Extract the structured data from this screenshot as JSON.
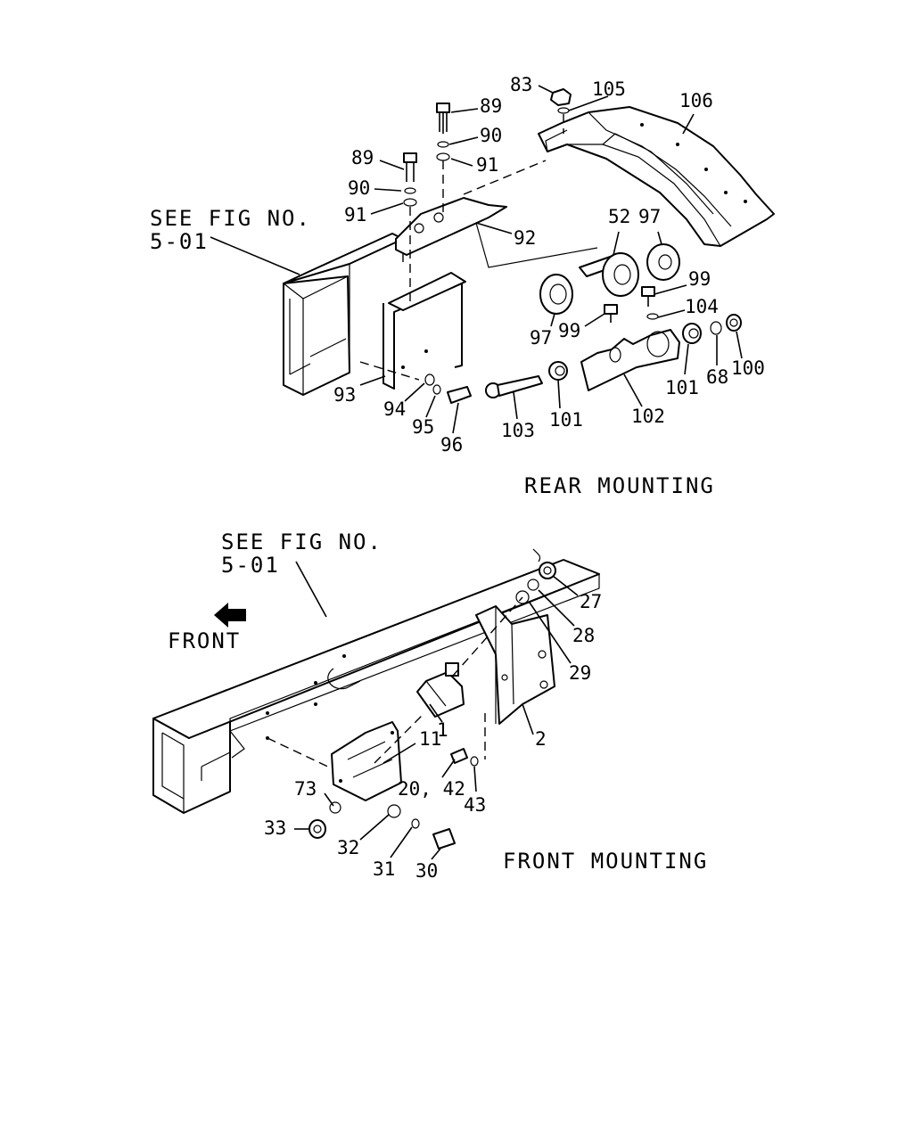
{
  "rear": {
    "title": "REAR MOUNTING",
    "see_fig_line1": "SEE FIG NO.",
    "see_fig_line2": "5-01",
    "labels": {
      "p83": "83",
      "p105": "105",
      "p106": "106",
      "p89a": "89",
      "p90a": "90",
      "p91a": "91",
      "p89b": "89",
      "p90b": "90",
      "p91b": "91",
      "p92": "92",
      "p52": "52",
      "p97a": "97",
      "p97b": "97",
      "p99a": "99",
      "p99b": "99",
      "p104": "104",
      "p93": "93",
      "p94": "94",
      "p95": "95",
      "p96": "96",
      "p103": "103",
      "p101a": "101",
      "p102": "102",
      "p101b": "101",
      "p68": "68",
      "p100": "100"
    }
  },
  "front": {
    "title": "FRONT MOUNTING",
    "see_fig_line1": "SEE FIG NO.",
    "see_fig_line2": "5-01",
    "direction": "FRONT",
    "labels": {
      "p27": "27",
      "p28": "28",
      "p29": "29",
      "p2": "2",
      "p1": "1",
      "p11": "11",
      "p73": "73",
      "p2042": "20, 42",
      "p43": "43",
      "p33": "33",
      "p32": "32",
      "p31": "31",
      "p30": "30"
    }
  }
}
